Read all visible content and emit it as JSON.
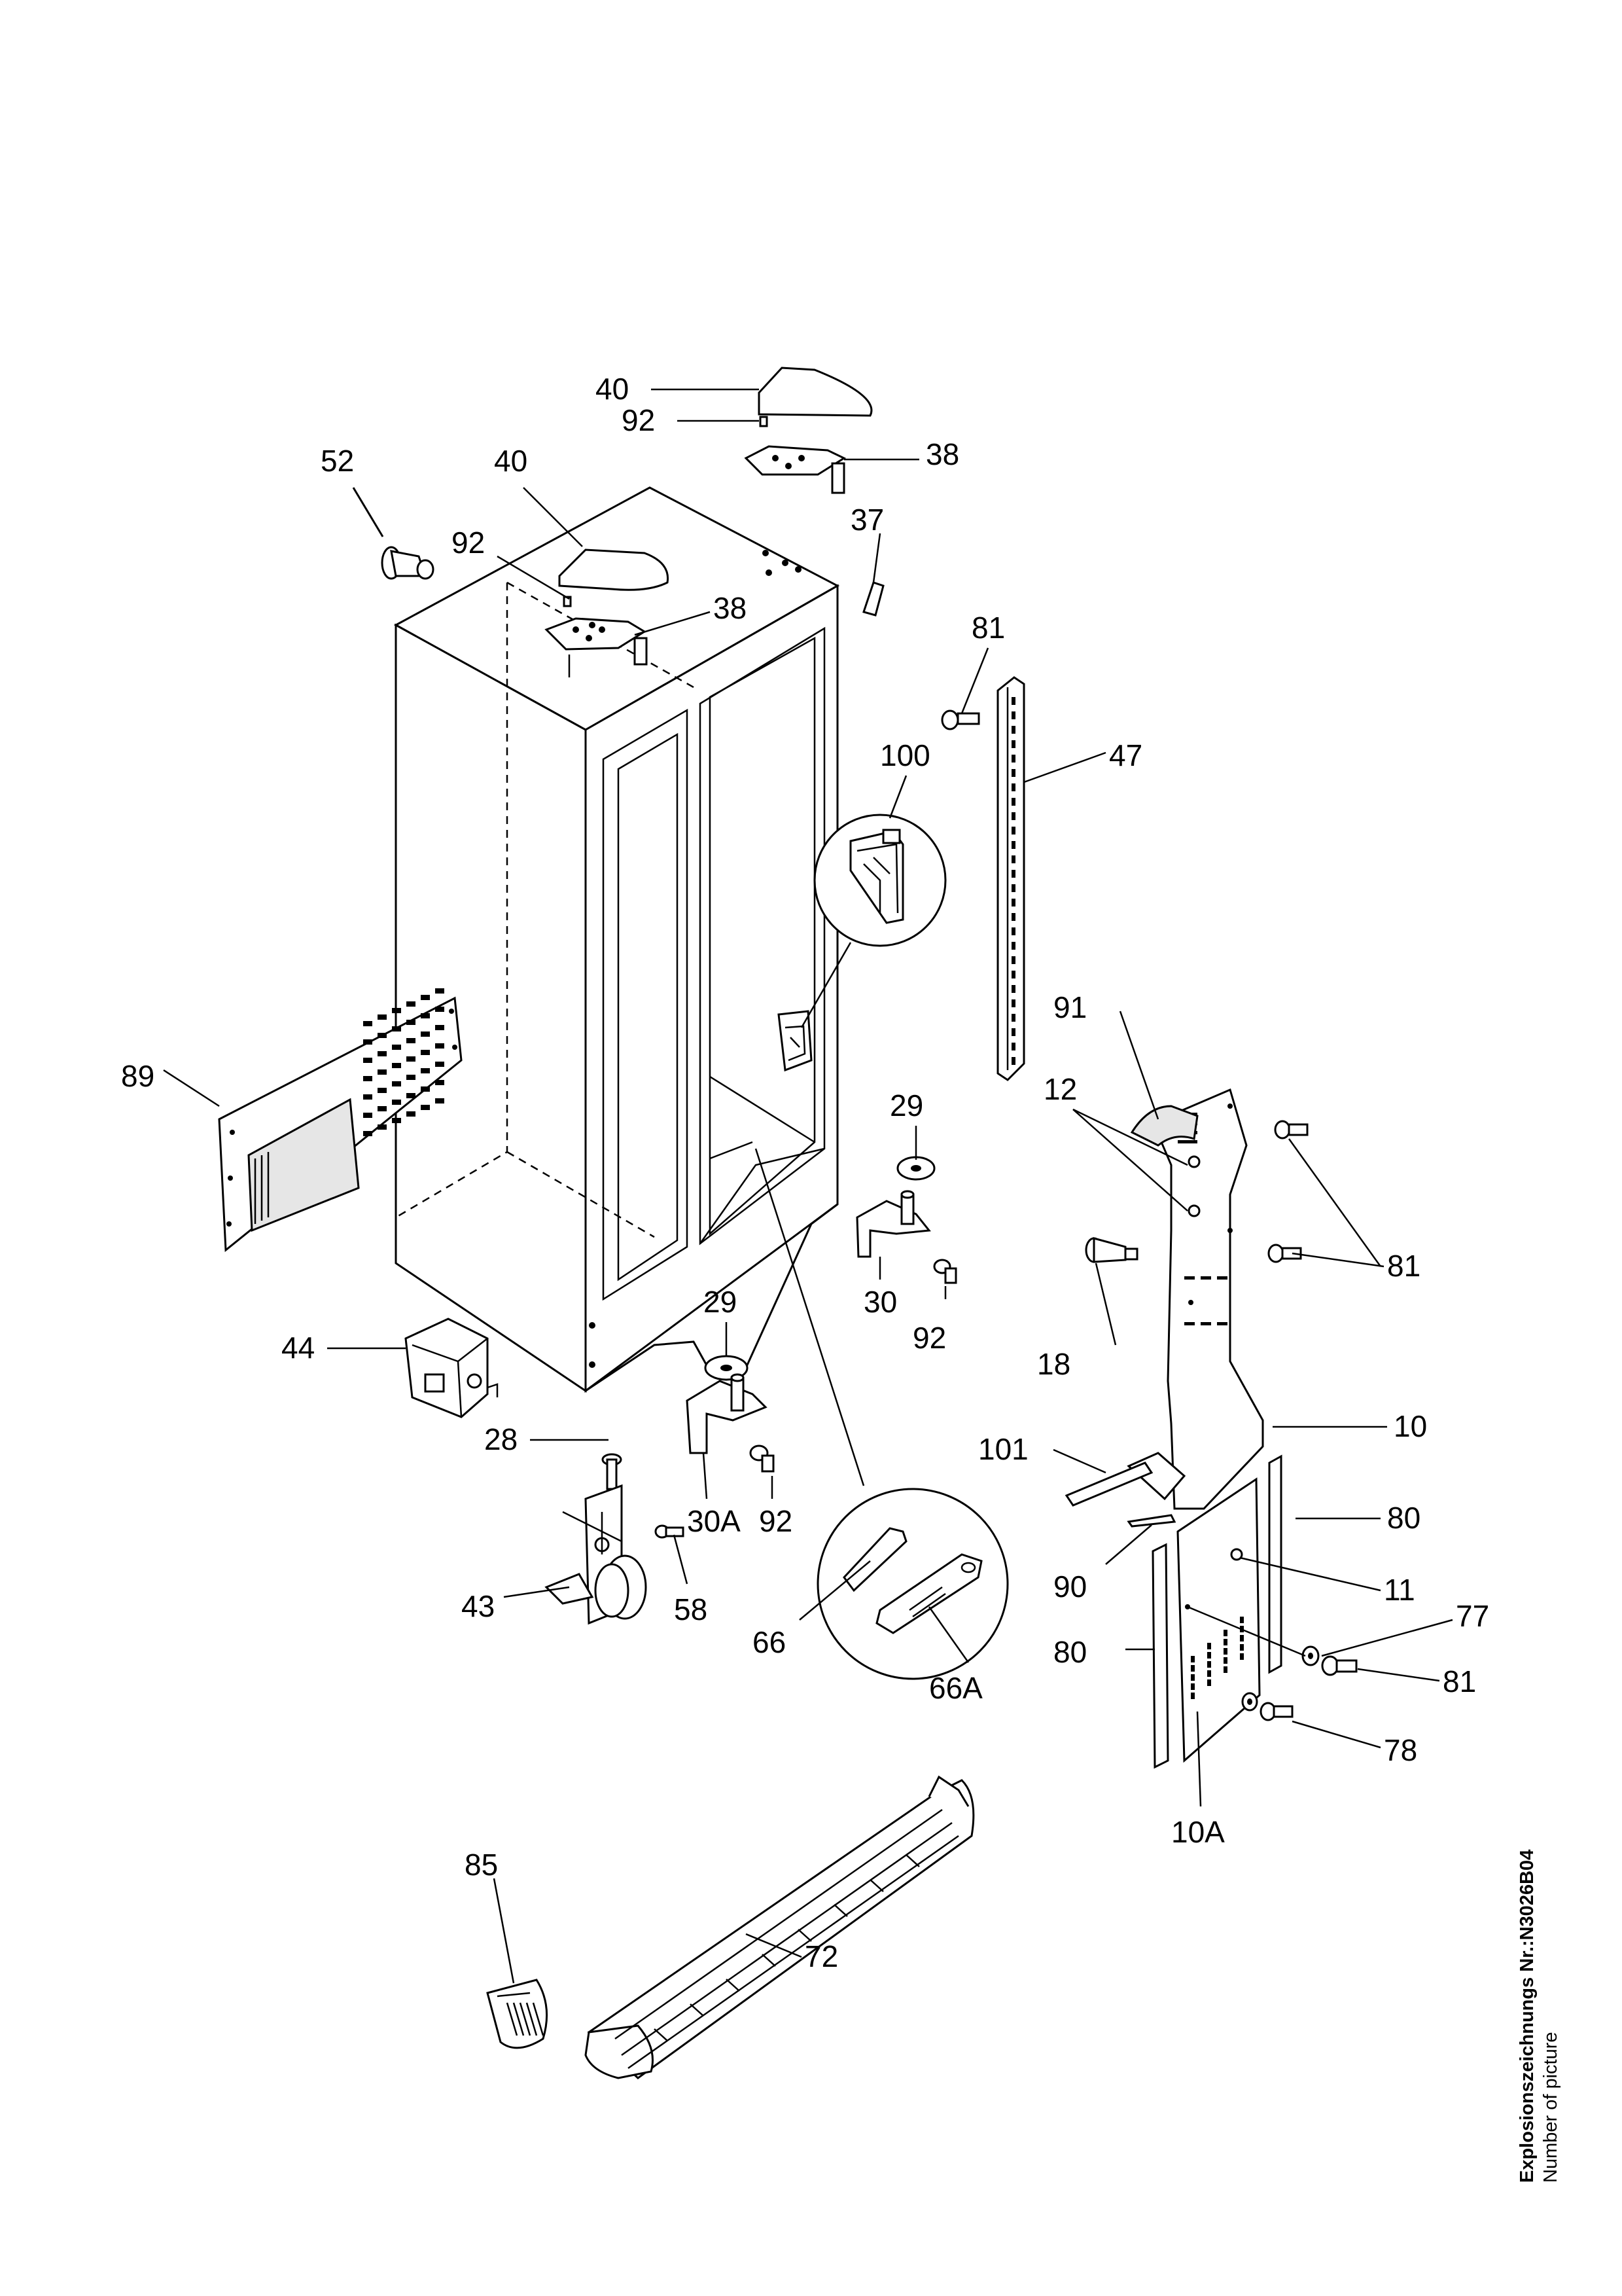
{
  "caption": {
    "title": "Explosionszeichnungs Nr.:N3026B04",
    "subtitle": "Number of picture"
  },
  "labels": {
    "top_hinge_cover": "40",
    "top_hinge_screw": "92",
    "top_hinge": "38",
    "handle_knob": "52",
    "cabinet_hinge_cover": "40",
    "cabinet_hinge_screw": "92",
    "cabinet_hinge": "38",
    "door_stop": "37",
    "rail_screw": "81",
    "rail": "47",
    "clip_detail": "100",
    "grille": "89",
    "bracket_cover": "91",
    "bracket_hole": "12",
    "bracket_screws": "81",
    "right_washer": "29",
    "right_hinge_bracket": "30",
    "right_hinge_screw": "92",
    "valve": "18",
    "left_washer": "29",
    "left_hinge_bracket": "30A",
    "left_hinge_screw": "92",
    "relay_box": "44",
    "castor_bolt": "28",
    "castor": "43",
    "castor_screw": "58",
    "connector_link": "66",
    "connector_plate": "66A",
    "main_bracket": "10",
    "strip": "101",
    "gasket_left": "80",
    "gasket_right": "80",
    "clip": "90",
    "plate_hole": "11",
    "washer": "77",
    "plate_screw": "81",
    "plate_screw_lower": "78",
    "back_plate": "10A",
    "foot": "85",
    "base_plinth": "72"
  }
}
